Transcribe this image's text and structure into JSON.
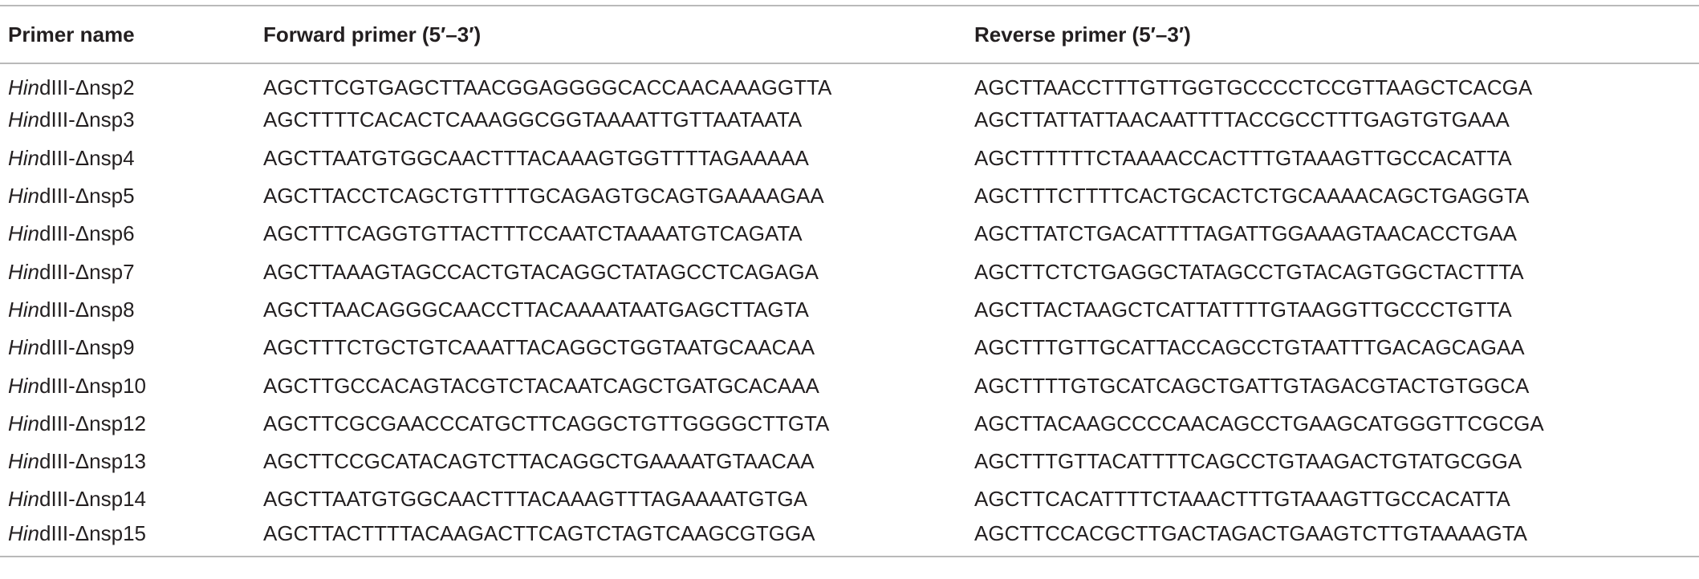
{
  "table": {
    "headers": {
      "name": "Primer name",
      "forward": "Forward primer (5′–3′)",
      "reverse": "Reverse primer (5′–3′)"
    },
    "rows": [
      {
        "name_italic": "Hin",
        "name_rest": "dIII-Δnsp2",
        "forward": "AGCTTCGTGAGCTTAACGGAGGGGCACCAACAAAGGTTA",
        "reverse": "AGCTTAACCTTTGTTGGTGCCCCTCCGTTAAGCTCACGA"
      },
      {
        "name_italic": "Hin",
        "name_rest": "dIII-Δnsp3",
        "forward": "AGCTTTTCACACTCAAAGGCGGTAAAATTGTTAATAATA",
        "reverse": "AGCTTATTATTAACAATTTTACCGCCTTTGAGTGTGAAA"
      },
      {
        "name_italic": "Hin",
        "name_rest": "dIII-Δnsp4",
        "forward": "AGCTTAATGTGGCAACTTTACAAAGTGGTTTTAGAAAAA",
        "reverse": "AGCTTTTTTCTAAAACCACTTTGTAAAGTTGCCACATTA"
      },
      {
        "name_italic": "Hin",
        "name_rest": "dIII-Δnsp5",
        "forward": "AGCTTACCTCAGCTGTTTTGCAGAGTGCAGTGAAAAGAA",
        "reverse": "AGCTTTCTTTTCACTGCACTCTGCAAAACAGCTGAGGTA"
      },
      {
        "name_italic": "Hin",
        "name_rest": "dIII-Δnsp6",
        "forward": "AGCTTTCAGGTGTTACTTTCCAATCTAAAATGTCAGATA",
        "reverse": "AGCTTATCTGACATTTTAGATTGGAAAGTAACACCTGAA"
      },
      {
        "name_italic": "Hin",
        "name_rest": "dIII-Δnsp7",
        "forward": "AGCTTAAAGTAGCCACTGTACAGGCTATAGCCTCAGAGA",
        "reverse": "AGCTTCTCTGAGGCTATAGCCTGTACAGTGGCTACTTTA"
      },
      {
        "name_italic": "Hin",
        "name_rest": "dIII-Δnsp8",
        "forward": "AGCTTAACAGGGCAACCTTACAAAATAATGAGCTTAGTA",
        "reverse": "AGCTTACTAAGCTCATTATTTTGTAAGGTTGCCCTGTTA"
      },
      {
        "name_italic": "Hin",
        "name_rest": "dIII-Δnsp9",
        "forward": "AGCTTTCTGCTGTCAAATTACAGGCTGGTAATGCAACAA",
        "reverse": "AGCTTTGTTGCATTACCAGCCTGTAATTTGACAGCAGAA"
      },
      {
        "name_italic": "Hin",
        "name_rest": "dIII-Δnsp10",
        "forward": "AGCTTGCCACAGTACGTCTACAATCAGCTGATGCACAAA",
        "reverse": "AGCTTTTGTGCATCAGCTGATTGTAGACGTACTGTGGCA"
      },
      {
        "name_italic": "Hin",
        "name_rest": "dIII-Δnsp12",
        "forward": "AGCTTCGCGAACCCATGCTTCAGGCTGTTGGGGCTTGTA",
        "reverse": "AGCTTACAAGCCCCAACAGCCTGAAGCATGGGTTCGCGA"
      },
      {
        "name_italic": "Hin",
        "name_rest": "dIII-Δnsp13",
        "forward": "AGCTTCCGCATACAGTCTTACAGGCTGAAAATGTAACAA",
        "reverse": "AGCTTTGTTACATTTTCAGCCTGTAAGACTGTATGCGGA"
      },
      {
        "name_italic": "Hin",
        "name_rest": "dIII-Δnsp14",
        "forward": "AGCTTAATGTGGCAACTTTACAAAGTTTAGAAAATGTGA",
        "reverse": "AGCTTCACATTTTCTAAACTTTGTAAAGTTGCCACATTA"
      },
      {
        "name_italic": "Hin",
        "name_rest": "dIII-Δnsp15",
        "forward": "AGCTTACTTTTACAAGACTTCAGTCTAGTCAAGCGTGGA",
        "reverse": "AGCTTCCACGCTTGACTAGACTGAAGTCTTGTAAAAGTA"
      }
    ]
  }
}
